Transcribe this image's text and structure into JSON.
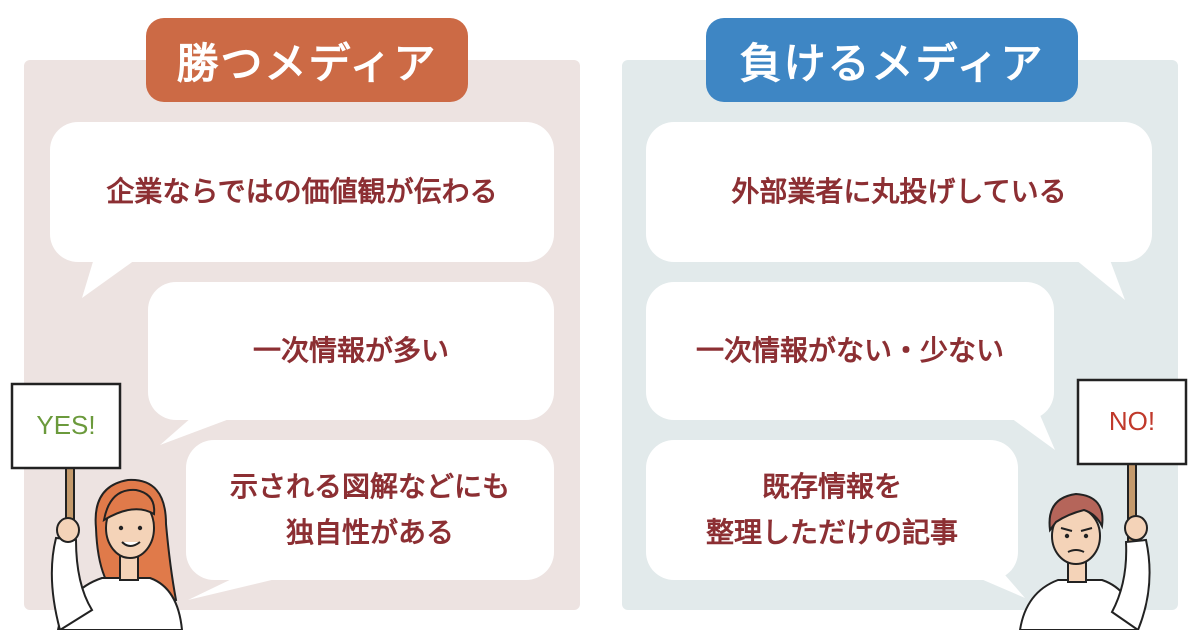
{
  "colors": {
    "left_accent": "#cc6a45",
    "right_accent": "#3e86c4",
    "bubble_text": "#8c2f33",
    "left_panel_bg": "#ede3e1",
    "right_panel_bg": "#e2eaeb",
    "yes_sign_text": "#6b9a3c",
    "no_sign_text": "#c0392b"
  },
  "left": {
    "title": "勝つメディア",
    "points": [
      "企業ならではの価値観が伝わる",
      "一次情報が多い",
      "示される図解などにも",
      "独自性がある"
    ],
    "sign": "YES!"
  },
  "right": {
    "title": "負けるメディア",
    "points": [
      "外部業者に丸投げしている",
      "一次情報がない・少ない",
      "既存情報を",
      "整理しただけの記事"
    ],
    "sign": "NO!"
  },
  "icons": {
    "left_figure": "woman-holding-sign-icon",
    "right_figure": "man-holding-sign-icon"
  }
}
